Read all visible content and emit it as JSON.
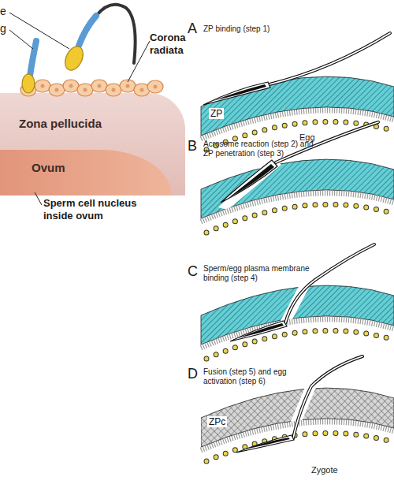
{
  "diagram": {
    "nodes": [
      {
        "text": [
          "Zona pellucida"
        ]
      },
      {
        "text": [
          "Ovum"
        ],
        "in": 0
      },
      {
        "text": [
          "ZP"
        ]
      },
      {
        "text": [
          "ZPc"
        ]
      }
    ],
    "labels": [
      "e",
      "g",
      "Corona radiata",
      "Sperm cell nucleus inside ovum",
      "A",
      "ZP binding (step 1)",
      "Egg",
      "B",
      "Acrosome reaction (step 2) and ZP penetration (step 3)",
      "C",
      "Sperm/egg plasma membrane binding (step 4)",
      "D",
      "Fusion (step 5) and egg activation (step 6)",
      "Zygote"
    ]
  }
}
